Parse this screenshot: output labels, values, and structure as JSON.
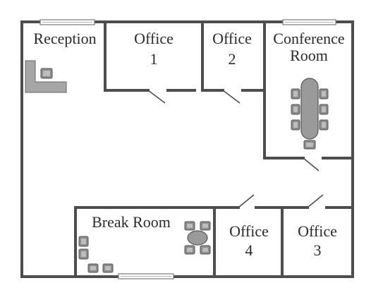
{
  "rooms": {
    "reception": "Reception",
    "office1": [
      "Office",
      "1"
    ],
    "office2": [
      "Office",
      "2"
    ],
    "conference": [
      "Conference",
      "Room"
    ],
    "break_room": "Break Room",
    "office4": [
      "Office",
      "4"
    ],
    "office3": [
      "Office",
      "3"
    ]
  },
  "colors": {
    "wall": "#4d4d4d",
    "furniture": "#8c8c8c",
    "label": "#2a2a2a"
  },
  "icons": [
    "desk-icon",
    "chair-icon",
    "table-icon",
    "door-icon",
    "window-icon"
  ]
}
